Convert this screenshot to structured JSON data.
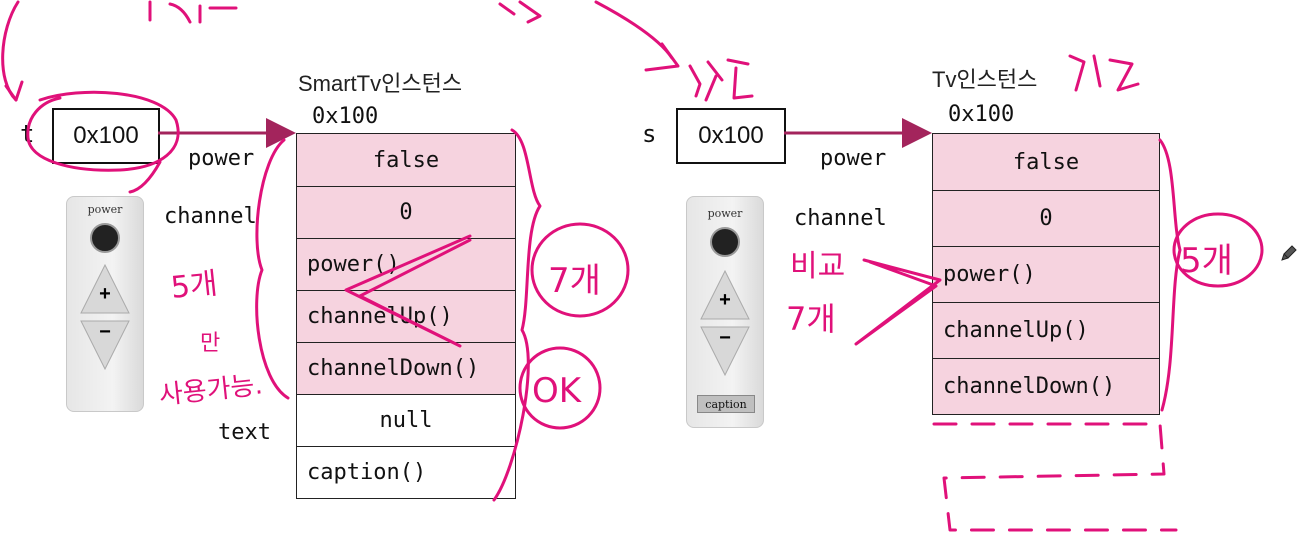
{
  "left": {
    "title": "SmartTv인스턴스",
    "address": "0x100",
    "ref_var": "t",
    "ref_value": "0x100",
    "field_labels": {
      "power": "power",
      "channel": "channel",
      "text": "text"
    },
    "cells": [
      "false",
      "0",
      "power()",
      "channelUp()",
      "channelDown()",
      "null",
      "caption()"
    ]
  },
  "right": {
    "title": "Tv인스턴스",
    "address": "0x100",
    "ref_var": "s",
    "ref_value": "0x100",
    "field_labels": {
      "power": "power",
      "channel": "channel"
    },
    "cells": [
      "false",
      "0",
      "power()",
      "channelUp()",
      "channelDown()"
    ]
  },
  "remote_left": {
    "power_label": "power",
    "plus": "+",
    "minus": "−"
  },
  "remote_right": {
    "power_label": "power",
    "plus": "+",
    "minus": "−",
    "caption_label": "caption"
  },
  "annotations": {
    "left_count": "7개",
    "left_ok": "OK",
    "right_count": "5개",
    "right_note_1": "비교",
    "right_note_2": "7개",
    "left_note_1": "5개",
    "left_note_2": "만",
    "left_note_3": "사용가능."
  },
  "colors": {
    "ink": "#e0117a",
    "arrow": "#a3245c",
    "cell_pink": "#f6d3df"
  }
}
